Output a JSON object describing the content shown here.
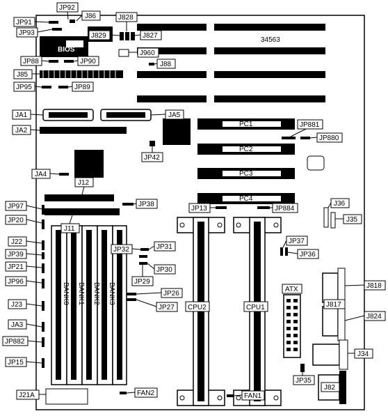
{
  "board_id": "34563",
  "bios_label": "BIOS",
  "dimm_bank_labels": [
    "BANK0",
    "BANK1",
    "BANK2",
    "BANK3"
  ],
  "pci_slots": [
    "PC1",
    "PC2",
    "PC3",
    "PC4"
  ],
  "cpu_slots": [
    "CPU2",
    "CPU1"
  ],
  "atx_label": "ATX",
  "callouts": {
    "jp92": "JP92",
    "j86": "J86",
    "jp91": "JP91",
    "jp93": "JP93",
    "j828": "J828",
    "j829": "J829",
    "j827": "J827",
    "j960": "J960",
    "jp88": "JP88",
    "jp90": "JP90",
    "j88": "J88",
    "j85": "J85",
    "jp95": "JP95",
    "jp89": "JP89",
    "ja1": "JA1",
    "ja5": "JA5",
    "ja2": "JA2",
    "jp881": "JP881",
    "jp880": "JP880",
    "jp42": "JP42",
    "ja4": "JA4",
    "j12": "J12",
    "jp97": "JP97",
    "jp38": "JP38",
    "jp13": "JP13",
    "jp884": "JP884",
    "j36": "J36",
    "j35": "J35",
    "jp20": "JP20",
    "j11": "J11",
    "j22": "J22",
    "jp39": "JP39",
    "jp32": "JP32",
    "jp31": "JP31",
    "jp37": "JP37",
    "jp36": "JP36",
    "jp21": "JP21",
    "jp30": "JP30",
    "jp96": "JP96",
    "jp29": "JP29",
    "j818": "J818",
    "jp26": "JP26",
    "jp27": "JP27",
    "j23": "J23",
    "j817": "J817",
    "j824": "J824",
    "ja3": "JA3",
    "jp882": "JP882",
    "j34": "J34",
    "jp15": "JP15",
    "jp35": "JP35",
    "j82": "J82",
    "j21a": "J21A",
    "fan2": "FAN2",
    "fan1": "FAN1"
  }
}
